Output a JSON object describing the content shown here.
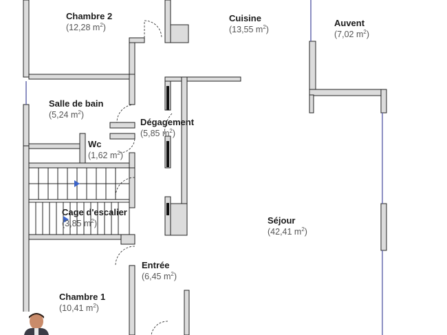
{
  "unit": "m",
  "rooms": [
    {
      "id": "chambre-2",
      "name": "Chambre 2",
      "area": "(12,28 m",
      "sup": "2",
      "close": ")"
    },
    {
      "id": "cuisine",
      "name": "Cuisine",
      "area": "(13,55 m",
      "sup": "2",
      "close": ")"
    },
    {
      "id": "auvent",
      "name": "Auvent",
      "area": "(7,02 m",
      "sup": "2",
      "close": ")"
    },
    {
      "id": "salle-de-bain",
      "name": "Salle de bain",
      "area": "(5,24 m",
      "sup": "2",
      "close": ")"
    },
    {
      "id": "degagement",
      "name": "Dégagement",
      "area": "(5,85 m",
      "sup": "2",
      "close": ")"
    },
    {
      "id": "wc",
      "name": "Wc",
      "area": "(1,62 m",
      "sup": "2",
      "close": ")"
    },
    {
      "id": "cage-escalier",
      "name": "Cage d'escalier",
      "area": "(3,85 m",
      "sup": "2",
      "close": ")"
    },
    {
      "id": "sejour",
      "name": "Séjour",
      "area": "(42,41 m",
      "sup": "2",
      "close": ")"
    },
    {
      "id": "entree",
      "name": "Entrée",
      "area": "(6,45 m",
      "sup": "2",
      "close": ")"
    },
    {
      "id": "chambre-1",
      "name": "Chambre 1",
      "area": "(10,41 m",
      "sup": "2",
      "close": ")"
    }
  ],
  "colors": {
    "wall_fill": "#dcdcdc",
    "wall_stroke": "#222222",
    "window": "#5a5fa8",
    "stair_arrow": "#3a63c9"
  }
}
